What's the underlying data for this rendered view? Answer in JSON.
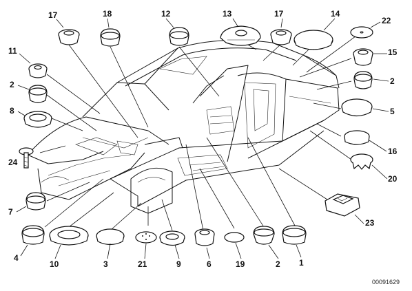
{
  "figure": {
    "document_id": "00091629",
    "callouts": [
      {
        "id": "17a",
        "text": "17"
      },
      {
        "id": "18",
        "text": "18"
      },
      {
        "id": "12",
        "text": "12"
      },
      {
        "id": "13",
        "text": "13"
      },
      {
        "id": "17b",
        "text": "17"
      },
      {
        "id": "14",
        "text": "14"
      },
      {
        "id": "22",
        "text": "22"
      },
      {
        "id": "11",
        "text": "11"
      },
      {
        "id": "15",
        "text": "15"
      },
      {
        "id": "2a",
        "text": "2"
      },
      {
        "id": "2b",
        "text": "2"
      },
      {
        "id": "8",
        "text": "8"
      },
      {
        "id": "5",
        "text": "5"
      },
      {
        "id": "16",
        "text": "16"
      },
      {
        "id": "24",
        "text": "24"
      },
      {
        "id": "20",
        "text": "20"
      },
      {
        "id": "7",
        "text": "7"
      },
      {
        "id": "23",
        "text": "23"
      },
      {
        "id": "4",
        "text": "4"
      },
      {
        "id": "10",
        "text": "10"
      },
      {
        "id": "3",
        "text": "3"
      },
      {
        "id": "21",
        "text": "21"
      },
      {
        "id": "9",
        "text": "9"
      },
      {
        "id": "6",
        "text": "6"
      },
      {
        "id": "19",
        "text": "19"
      },
      {
        "id": "2c",
        "text": "2"
      },
      {
        "id": "1",
        "text": "1"
      }
    ]
  }
}
